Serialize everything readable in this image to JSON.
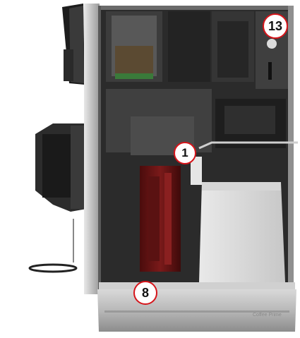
{
  "image": {
    "callouts": {
      "grounds_container": "13",
      "milk_container": "1",
      "drip_tray": "8"
    },
    "brand_text": "Coffee Prime"
  }
}
